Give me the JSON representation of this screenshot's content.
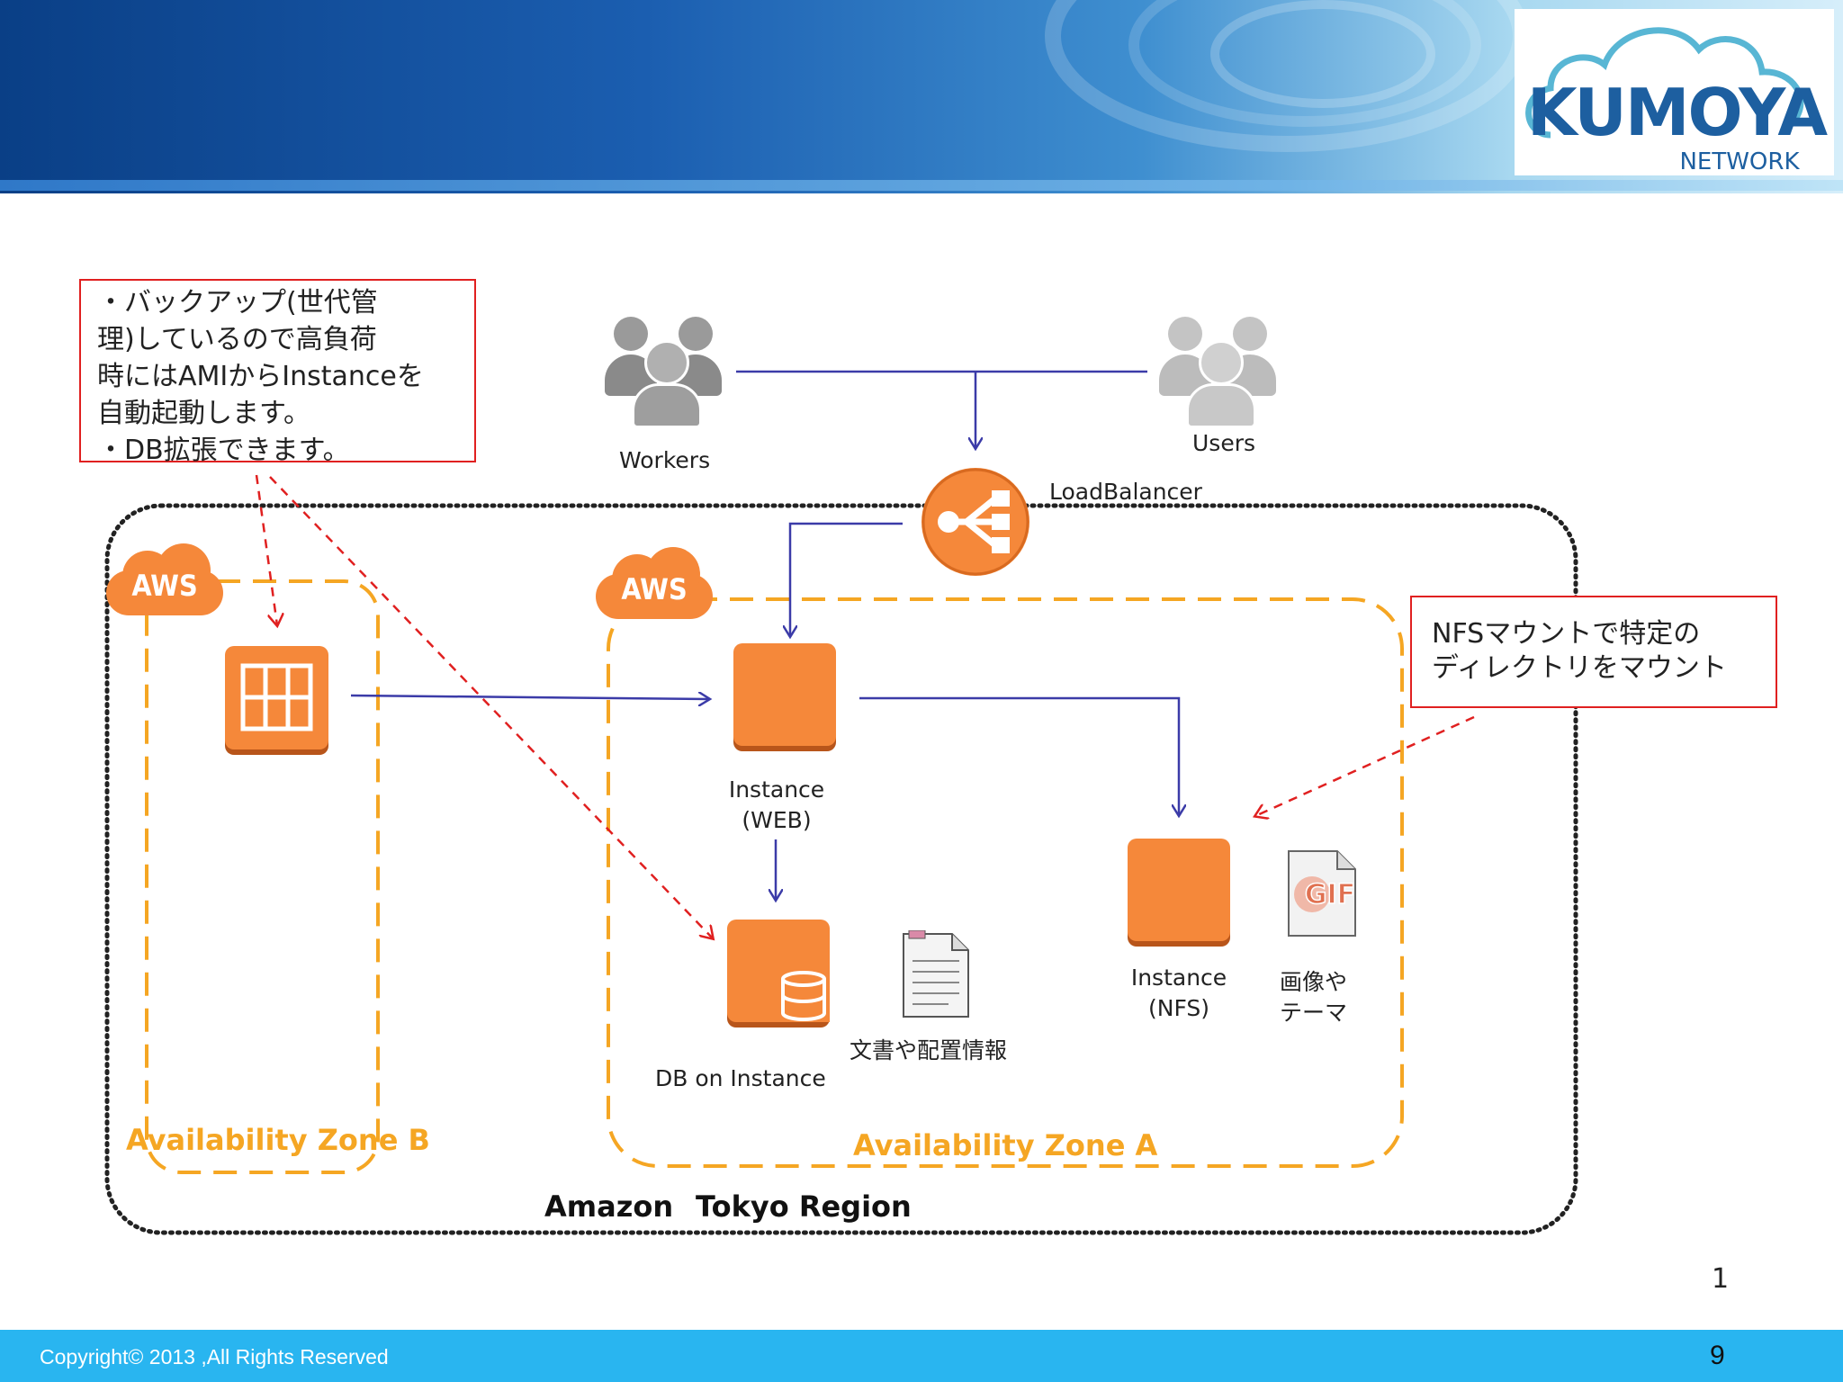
{
  "header": {
    "logo_text": "KUMOYA",
    "logo_subtext": "NETWORK"
  },
  "notes": {
    "backup": {
      "lines": [
        "・バックアップ(世代管",
        "理)しているので高負荷",
        "時にはAMIからInstanceを",
        "自動起動します。",
        "・DB拡張できます。"
      ]
    },
    "nfs": {
      "lines": [
        "NFSマウントで特定の",
        "ディレクトリをマウント"
      ]
    }
  },
  "nodes": {
    "workers": "Workers",
    "users": "Users",
    "load_balancer": "LoadBalancer",
    "instance_web_line1": "Instance",
    "instance_web_line2": "(WEB)",
    "db_on_instance": "DB on Instance",
    "documents": "文書や配置情報",
    "instance_nfs_line1": "Instance",
    "instance_nfs_line2": "(NFS)",
    "images_line1": "画像や",
    "images_line2": "テーマ",
    "gif_label": "GIF"
  },
  "zones": {
    "aws_badge": "AWS",
    "zone_b": "Availability Zone B",
    "zone_a": "Availability Zone A",
    "region_part1": "Amazon",
    "region_part2": "Tokyo Region"
  },
  "page_marker": "1",
  "footer": {
    "copyright": "Copyright© 2013 ,All Rights Reserved",
    "slide_number": "9"
  },
  "colors": {
    "aws_orange": "#f5883a",
    "zone_label": "#f5a623",
    "flow_arrow": "#3b3ba8",
    "note_border": "#e02020",
    "footer_bar": "#29b5f0"
  }
}
